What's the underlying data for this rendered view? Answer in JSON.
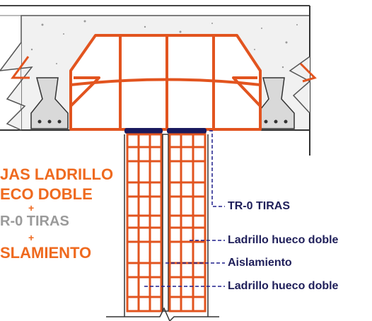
{
  "left_legend": {
    "line1": "JAS LADRILLO",
    "line2": "ECO DOBLE",
    "plus1": "+",
    "line3": "R-0 TIRAS",
    "plus2": "+",
    "line4": "SLAMIENTO"
  },
  "callouts": {
    "tr0": "TR-0 TIRAS",
    "ladrillo1": "Ladrillo hueco doble",
    "aislamiento": "Aislamiento",
    "ladrillo2": "Ladrillo hueco doble"
  },
  "colors": {
    "brick": "#e2541f",
    "concrete": "#efefef",
    "grey_fill": "#d6d6d6",
    "leader": "#1f1f8c"
  }
}
